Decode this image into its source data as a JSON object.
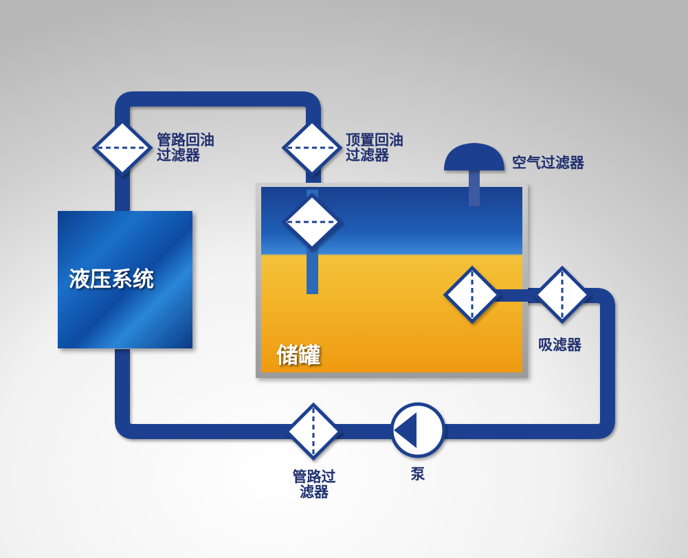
{
  "colors": {
    "pipe": "#1e3f8f",
    "filter_fill": "#ffffff",
    "oil_top": "#f3c23a",
    "oil_bottom": "#ef9a10",
    "air_top": "#1a3f8f",
    "label": "#1e2f6e"
  },
  "components": {
    "hydraulic_system": "液压系统",
    "tank": "储罐",
    "pump": "泵"
  },
  "labels": {
    "line_return_filter": "管路回油\n过滤器",
    "top_return_filter": "顶置回油\n过滤器",
    "air_filter": "空气过滤器",
    "suction_filter": "吸滤器",
    "line_filter": "管路过\n滤器"
  }
}
